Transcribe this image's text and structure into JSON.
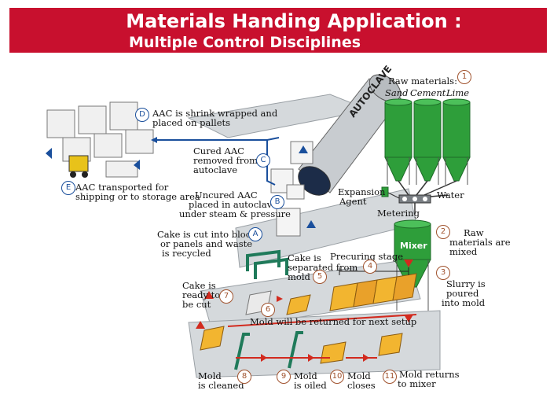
{
  "header": {
    "title": "Materials Handing Application :",
    "subtitle": "Multiple Control Disciplines"
  },
  "labels": {
    "raw_materials": "Raw materials:",
    "sand": "Sand",
    "cement": "Cement",
    "lime": "Lime",
    "water": "Water",
    "expansion_1": "Expansion",
    "expansion_2": "Agent",
    "metering": "Metering",
    "mixer": "Mixer",
    "autoclave": "AUTOCLAVE",
    "raw_mixed_1": "Raw",
    "raw_mixed_2": "materials are",
    "raw_mixed_3": "mixed",
    "slurry_1": "Slurry is",
    "slurry_2": "poured",
    "slurry_3": "into mold",
    "precuring": "Precuring stage",
    "cake_sep_1": "Cake is",
    "cake_sep_2": "separated from",
    "cake_sep_3": "mold",
    "cake_cut_1": "Cake is cut into blocks",
    "cake_cut_2": "or panels and waste",
    "cake_cut_3": "is recycled",
    "ready_1": "Cake is",
    "ready_2": "ready to",
    "ready_3": "be cut",
    "mold_returned": "Mold will be returned for next setup",
    "cleaned_1": "Mold",
    "cleaned_2": "is cleaned",
    "oiled_1": "Mold",
    "oiled_2": "is oiled",
    "closes_1": "Mold",
    "closes_2": "closes",
    "returns_1": "Mold returns",
    "returns_2": "to mixer",
    "uncured_1": "Uncured AAC",
    "uncured_2": "placed in autoclave",
    "uncured_3": "under steam & pressure",
    "cured_1": "Cured AAC",
    "cured_2": "removed from",
    "cured_3": "autoclave",
    "shrink_1": "AAC is shrink wrapped and",
    "shrink_2": "placed on pallets",
    "transport_1": "AAC transported for",
    "transport_2": "shipping or to storage area"
  },
  "steps": {
    "s1": "1",
    "s2": "2",
    "s3": "3",
    "s4": "4",
    "s5": "5",
    "s6": "6",
    "s7": "7",
    "s8": "8",
    "s9": "9",
    "s10": "10",
    "s11": "11",
    "sA": "A",
    "sB": "B",
    "sC": "C",
    "sD": "D",
    "sE": "E"
  },
  "colors": {
    "banner": "#c8102e",
    "silo": "#2e9e3a",
    "flow_red": "#d22a1e",
    "flow_blue": "#1a4f9c",
    "mold": "#f2b530",
    "conveyor": "#cfd3d6"
  }
}
